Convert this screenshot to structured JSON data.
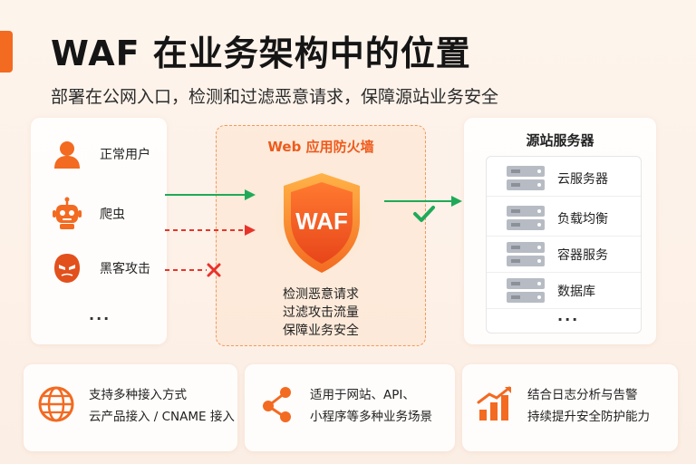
{
  "header": {
    "title": "WAF 在业务架构中的位置",
    "subtitle": "部署在公网入口，检测和过滤恶意请求，保障源站业务安全"
  },
  "clients": {
    "items": [
      {
        "label": "正常用户",
        "icon": "user-icon"
      },
      {
        "label": "爬虫",
        "icon": "robot-icon"
      },
      {
        "label": "黑客攻击",
        "icon": "hacker-icon"
      }
    ],
    "more": "..."
  },
  "waf": {
    "title": "Web 应用防火墙",
    "badge": "WAF",
    "lines": [
      "检测恶意请求",
      "过滤攻击流量",
      "保障业务安全"
    ]
  },
  "origin": {
    "title": "源站服务器",
    "items": [
      {
        "label": "云服务器",
        "icon": "server-icon"
      },
      {
        "label": "负载均衡",
        "icon": "server-icon"
      },
      {
        "label": "容器服务",
        "icon": "server-icon"
      },
      {
        "label": "数据库",
        "icon": "server-icon"
      }
    ],
    "more": "..."
  },
  "features": [
    {
      "icon": "globe-icon",
      "lines": [
        "支持多种接入方式",
        "云产品接入 / CNAME 接入"
      ]
    },
    {
      "icon": "share-network-icon",
      "lines": [
        "适用于网站、API、",
        "小程序等多种业务场景"
      ]
    },
    {
      "icon": "bar-chart-icon",
      "lines": [
        "结合日志分析与告警",
        "持续提升安全防护能力"
      ]
    }
  ],
  "colors": {
    "accent": "#f36a21",
    "allow": "#1faa59",
    "block": "#e8332a",
    "server_gray": "#b7bcc4"
  }
}
